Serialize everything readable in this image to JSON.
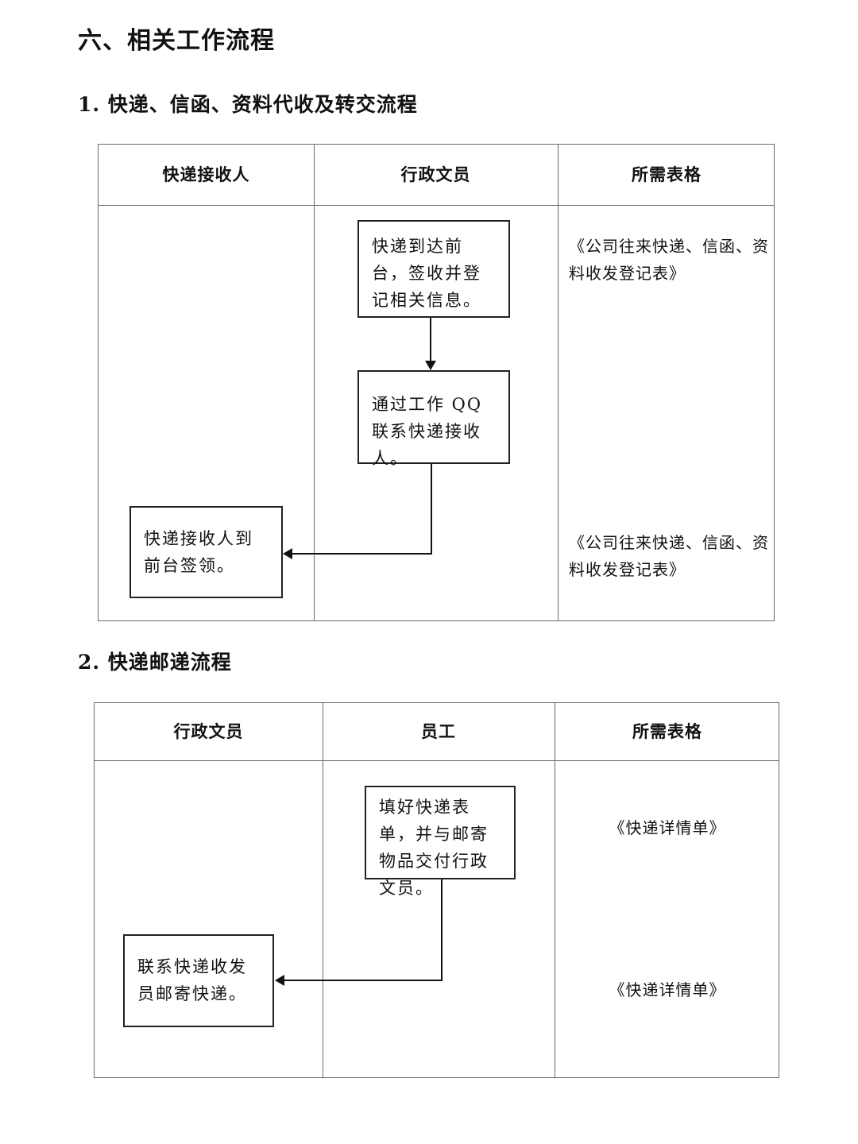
{
  "section_title": "六、相关工作流程",
  "flow1": {
    "title": "1. 快递、信函、资料代收及转交流程",
    "columns": [
      "快递接收人",
      "行政文员",
      "所需表格"
    ],
    "steps": {
      "receive_register": "快递到达前台，签收并登记相关信息。",
      "contact_via_qq": "通过工作 QQ 联系快递接收人。",
      "recipient_pickup": "快递接收人到前台签领。"
    },
    "forms": [
      "《公司往来快递、信函、资料收发登记表》",
      "《公司往来快递、信函、资料收发登记表》"
    ]
  },
  "flow2": {
    "title": "2. 快递邮递流程",
    "columns": [
      "行政文员",
      "员工",
      "所需表格"
    ],
    "steps": {
      "fill_form": "填好快递表单，并与邮寄物品交付行政文员。",
      "contact_courier": "联系快递收发员邮寄快递。"
    },
    "forms": [
      "《快递详情单》",
      "《快递详情单》"
    ]
  }
}
